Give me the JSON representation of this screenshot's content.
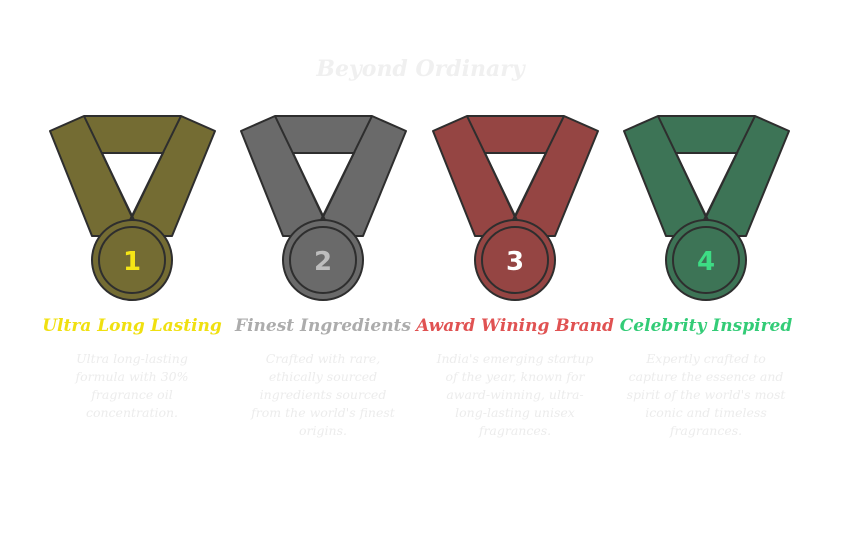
{
  "title": "Beyond Ordinary",
  "items": [
    {
      "number": "1",
      "heading": "Ultra Long Lasting",
      "description": "Ultra long-lasting formula with 30% fragrance oil concentration.",
      "color": "#746c33",
      "heading_color": "#f0e010",
      "number_color": "#f5e616"
    },
    {
      "number": "2",
      "heading": "Finest Ingredients",
      "description": "Crafted with rare, ethically sourced ingredients sourced from the world's finest origins.",
      "color": "#6a6a6a",
      "heading_color": "#acacac",
      "number_color": "#bdbdbd"
    },
    {
      "number": "3",
      "heading": "Award Wining Brand",
      "description": "India's emerging startup of the year, known for award-winning, ultra-long-lasting unisex fragrances.",
      "color": "#954543",
      "heading_color": "#e05252",
      "number_color": "#ffffff"
    },
    {
      "number": "4",
      "heading": "Celebrity Inspired",
      "description": "Expertly crafted to capture the essence and spirit of the world's most iconic and timeless fragrances.",
      "color": "#3d7456",
      "heading_color": "#33cc77",
      "number_color": "#3ddc84"
    }
  ]
}
